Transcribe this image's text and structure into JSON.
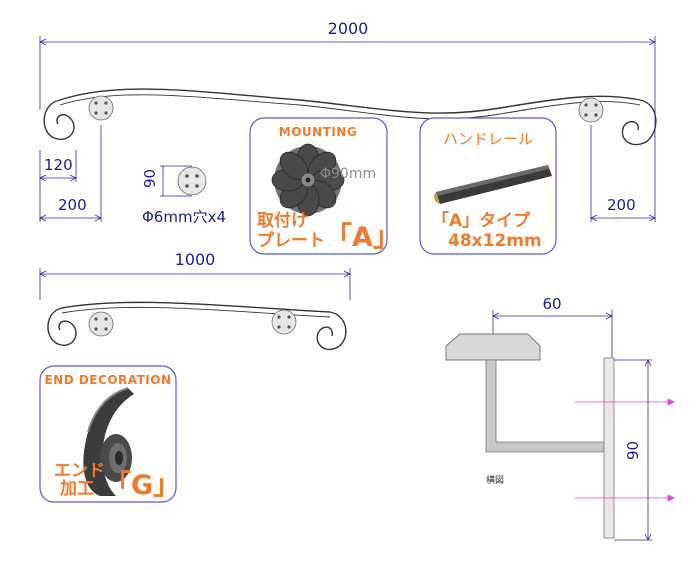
{
  "dimensions": {
    "total_length": "2000",
    "half_length": "1000",
    "offset_120": "120",
    "offset_200_left": "200",
    "offset_200_right": "200",
    "plate_height": "90",
    "side_width": "60",
    "side_height": "90"
  },
  "hole_note": "Φ6mm穴x4",
  "mounting_card": {
    "title": "MOUNTING",
    "diameter": "Φ90mm",
    "label_line1": "取付け",
    "label_line2": "プレート",
    "code": "「A」"
  },
  "handrail_card": {
    "title": "ハンドレール",
    "type_label": "「A」タイプ",
    "size": "48x12mm"
  },
  "end_card": {
    "title": "END DECORATION",
    "label_line1": "エンド",
    "label_line2": "加工",
    "code": "「G」"
  },
  "side_view_label": "横図",
  "colors": {
    "dimension_line": "#2b2ba0",
    "card_border": "#5a5ad0",
    "accent_orange": "#f07a2a",
    "wall_arrow": "#e040e0"
  }
}
